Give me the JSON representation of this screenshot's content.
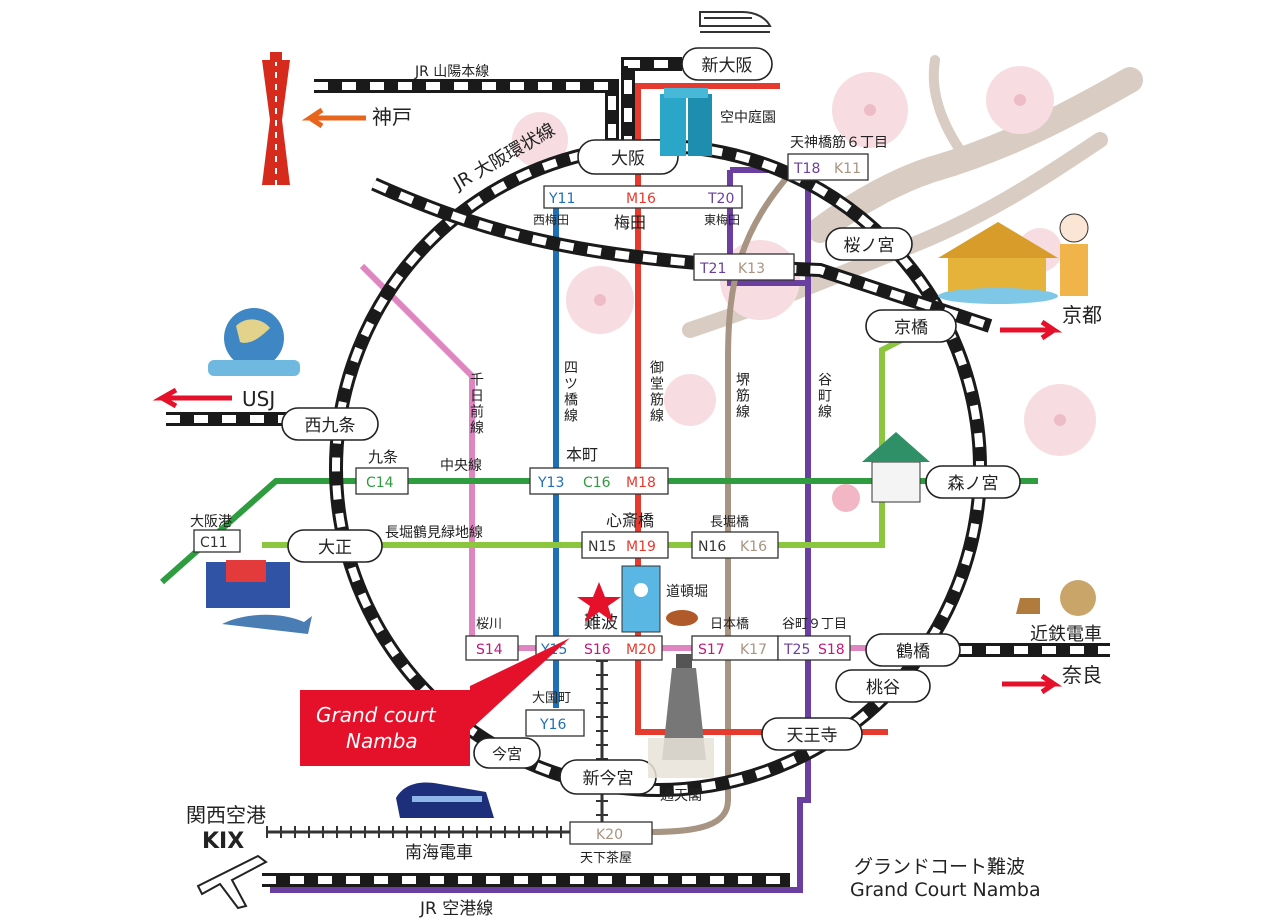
{
  "colors": {
    "loop_rail": "#1a1a1a",
    "yotsubashi": "#1f6fb7",
    "midosuji": "#e63a2e",
    "tanimachi": "#6b3fa0",
    "sakaisuji": "#a89482",
    "chuo": "#2e9c3f",
    "nagahori": "#8cc63f",
    "sennichimae": "#df86c1",
    "accent_red": "#e5102a",
    "arrow_orange": "#e8651c",
    "blossom": "#f7dde2",
    "branch": "#d9ccc3"
  },
  "lines": {
    "jr_sanyo": "JR 山陽本線",
    "jr_loop": "JR 大阪環状線",
    "jr_airport": "JR 空港線",
    "nankai": "南海電車",
    "kintetsu": "近鉄電車",
    "chuo": "中央線",
    "nagahori": "長堀鶴見緑地線",
    "sennichimae": "千日前線",
    "yotsubashi": "四ツ橋線",
    "midosuji": "御堂筋線",
    "sakaisuji": "堺筋線",
    "tanimachi": "谷町線"
  },
  "stations": {
    "shin_osaka": "新大阪",
    "osaka": "大阪",
    "sakuranomiya": "桜ノ宮",
    "kyobashi": "京橋",
    "morinomiya": "森ノ宮",
    "tsuruhashi": "鶴橋",
    "momodani": "桃谷",
    "tennoji": "天王寺",
    "shin_imamiya": "新今宮",
    "imamiya": "今宮",
    "taisho": "大正",
    "nishikujo": "西九条",
    "umeda": "梅田",
    "nishi_umeda": "西梅田",
    "higashi_umeda": "東梅田",
    "hommachi": "本町",
    "shinsaibashi": "心斎橋",
    "nagahoribashi": "長堀橋",
    "namba": "難波",
    "sakuragawa": "桜川",
    "nipponbashi": "日本橋",
    "tanimachi9": "谷町９丁目",
    "kujo": "九条",
    "osakako": "大阪港",
    "daikokucho": "大国町",
    "tengachaya": "天下茶屋",
    "tenjinbashi": "天神橋筋６丁目"
  },
  "codes": {
    "umeda": [
      "Y11",
      "M16",
      "T20"
    ],
    "t21_k13": [
      "T21",
      "K13"
    ],
    "t18_k11": [
      "T18",
      "K11"
    ],
    "hommachi": [
      "Y13",
      "C16",
      "M18"
    ],
    "shinsaibashi": [
      "N15",
      "M19"
    ],
    "nagahoribashi": [
      "N16",
      "K16"
    ],
    "namba": [
      "Y15",
      "S16",
      "M20"
    ],
    "sakuragawa": "S14",
    "nipponbashi": [
      "S17",
      "K17"
    ],
    "tanimachi9": [
      "T25",
      "S18"
    ],
    "kujo": "C14",
    "osakako": "C11",
    "daikokucho": "Y16",
    "tengachaya": "K20"
  },
  "destinations": {
    "kobe": "神戸",
    "usj": "USJ",
    "kyoto": "京都",
    "nara": "奈良",
    "kansai_airport": "関西空港",
    "kix": "KIX"
  },
  "landmarks": {
    "sky_garden": "空中庭園",
    "dotonbori": "道頓堀",
    "tsutenkaku": "通天閣"
  },
  "hotel": {
    "callout_line1": "Grand court",
    "callout_line2": "Namba",
    "title_jp": "グランドコート難波",
    "title_en": "Grand Court Namba"
  }
}
